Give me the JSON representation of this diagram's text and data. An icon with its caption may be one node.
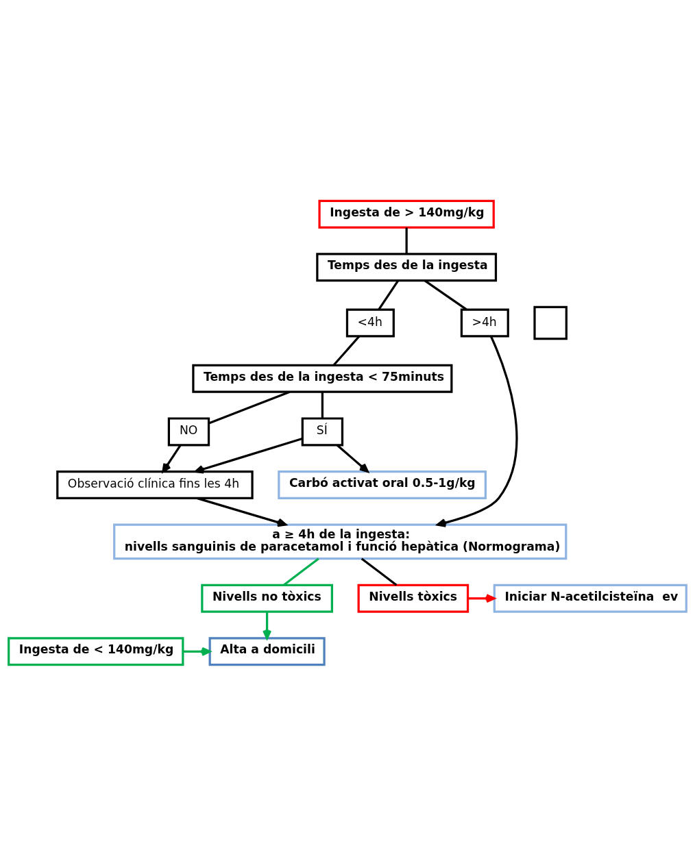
{
  "diagram": {
    "nodes": [
      {
        "text": [
          "Ingesta de < 140mg/kg"
        ]
      },
      {
        "text": [
          "Alta a domicili"
        ]
      },
      {
        "text": [
          "Ingesta de > 140mg/kg"
        ]
      },
      {
        "text": [
          "Temps des de la ingesta"
        ]
      },
      {
        "text": [
          "<4h"
        ]
      },
      {
        "text": [
          ">4h"
        ]
      },
      {
        "text": [],
        "shape": "box"
      },
      {
        "text": [
          "Temps des de la ingesta < 75minuts"
        ]
      },
      {
        "text": [
          "SÍ"
        ]
      },
      {
        "text": [
          "NO"
        ]
      },
      {
        "text": [
          "Nivells no tòxics"
        ]
      },
      {
        "text": [
          "Observació clínica fins les 4h"
        ]
      },
      {
        "text": [
          "Carbó activat oral 0.5-1g/kg"
        ]
      },
      {
        "text": [
          "a ≥ 4h de la ingesta:",
          "nivells sanguinis de paracetamol i funció hepàtica (Normograma)"
        ]
      },
      {
        "text": [
          "Nivells tòxics"
        ]
      },
      {
        "text": [
          "Iniciar N-acetilcisteïna  ev"
        ]
      }
    ],
    "edges": [
      {
        "from": 0,
        "to": 1,
        "arrow": "to",
        "color": "#00b050"
      },
      {
        "from": 2,
        "to": 3,
        "arrow": "none"
      },
      {
        "from": 3,
        "to": 4,
        "arrow": "none"
      },
      {
        "from": 3,
        "to": 5,
        "arrow": "none"
      },
      {
        "from": 4,
        "to": 7,
        "arrow": "none"
      },
      {
        "from": 7,
        "to": 8,
        "arrow": "none"
      },
      {
        "from": 7,
        "to": 9,
        "arrow": "none"
      },
      {
        "from": 8,
        "to": 11,
        "arrow": "to"
      },
      {
        "from": 9,
        "to": 11,
        "arrow": "to"
      },
      {
        "from": 8,
        "to": 12,
        "arrow": "to"
      },
      {
        "from": 11,
        "to": 13,
        "arrow": "to"
      },
      {
        "from": 5,
        "to": 13,
        "arrow": "to"
      },
      {
        "from": 13,
        "to": 10,
        "arrow": "none",
        "color": "#00b050"
      },
      {
        "from": 10,
        "to": 1,
        "arrow": "to",
        "color": "#00b050"
      },
      {
        "from": 13,
        "to": 14,
        "arrow": "none"
      },
      {
        "from": 14,
        "to": 15,
        "arrow": "to",
        "color": "#ff0000"
      }
    ]
  }
}
